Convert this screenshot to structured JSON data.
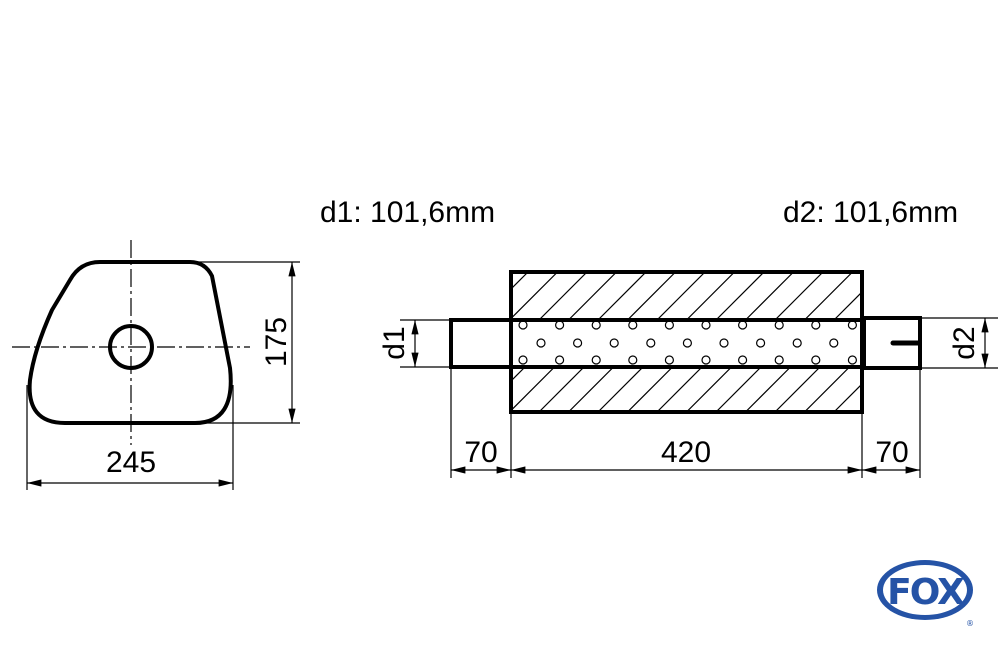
{
  "labels": {
    "d1": "d1: 101,6mm",
    "d2": "d2: 101,6mm"
  },
  "front_view": {
    "width_dim": "245",
    "height_dim": "175"
  },
  "side_view": {
    "inlet_dim": "70",
    "body_dim": "420",
    "outlet_dim": "70",
    "d1_tag": "d1",
    "d2_tag": "d2"
  },
  "logo": {
    "text": "FOX",
    "mark": "®",
    "color": "#2553a6"
  }
}
